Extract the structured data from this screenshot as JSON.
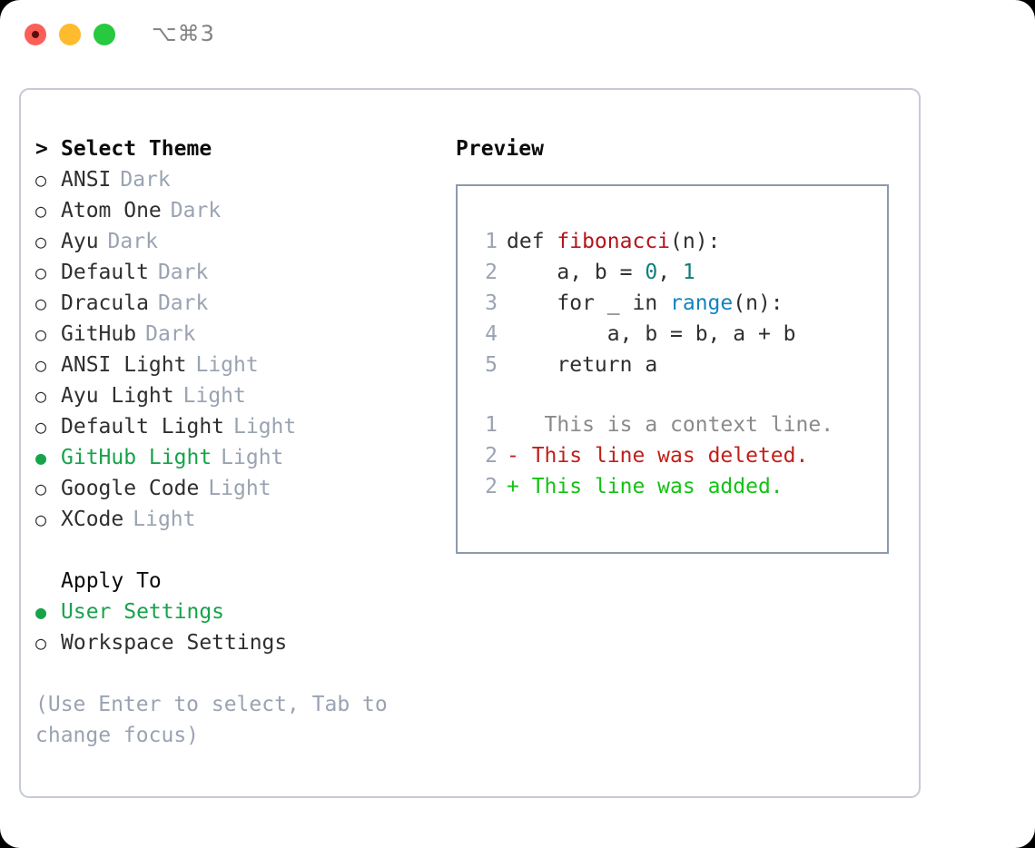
{
  "titlebar": {
    "shortcut": "⌥⌘3",
    "buttons": [
      {
        "name": "close",
        "color": "#fb5f57"
      },
      {
        "name": "minimize",
        "color": "#febb2e"
      },
      {
        "name": "maximize",
        "color": "#27c93f"
      }
    ]
  },
  "theme_selector": {
    "caret": ">",
    "header": "Select Theme",
    "bullet_unselected": "○",
    "bullet_selected": "●",
    "items": [
      {
        "label": "ANSI",
        "variant": "Dark",
        "selected": false
      },
      {
        "label": "Atom One",
        "variant": "Dark",
        "selected": false
      },
      {
        "label": "Ayu",
        "variant": "Dark",
        "selected": false
      },
      {
        "label": "Default",
        "variant": "Dark",
        "selected": false
      },
      {
        "label": "Dracula",
        "variant": "Dark",
        "selected": false
      },
      {
        "label": "GitHub",
        "variant": "Dark",
        "selected": false
      },
      {
        "label": "ANSI Light",
        "variant": "Light",
        "selected": false
      },
      {
        "label": "Ayu Light",
        "variant": "Light",
        "selected": false
      },
      {
        "label": "Default Light",
        "variant": "Light",
        "selected": false
      },
      {
        "label": "GitHub Light",
        "variant": "Light",
        "selected": true
      },
      {
        "label": "Google Code",
        "variant": "Light",
        "selected": false
      },
      {
        "label": "XCode",
        "variant": "Light",
        "selected": false
      }
    ]
  },
  "apply_to": {
    "header": "Apply To",
    "items": [
      {
        "label": "User Settings",
        "selected": true
      },
      {
        "label": "Workspace Settings",
        "selected": false
      }
    ]
  },
  "hint": "(Use Enter to select, Tab to change focus)",
  "preview": {
    "title": "Preview",
    "code_lines": [
      {
        "ln": "1",
        "parts": [
          {
            "t": "def ",
            "c": "code-txt"
          },
          {
            "t": "fibonacci",
            "c": "tok-fn"
          },
          {
            "t": "(n):",
            "c": "code-txt"
          }
        ]
      },
      {
        "ln": "2",
        "parts": [
          {
            "t": "    a, b = ",
            "c": "code-txt"
          },
          {
            "t": "0",
            "c": "tok-num"
          },
          {
            "t": ", ",
            "c": "code-txt"
          },
          {
            "t": "1",
            "c": "tok-num"
          }
        ]
      },
      {
        "ln": "3",
        "parts": [
          {
            "t": "    for _ in ",
            "c": "code-txt"
          },
          {
            "t": "range",
            "c": "tok-call"
          },
          {
            "t": "(n):",
            "c": "code-txt"
          }
        ]
      },
      {
        "ln": "4",
        "parts": [
          {
            "t": "        a, b = b, a + b",
            "c": "code-txt"
          }
        ]
      },
      {
        "ln": "5",
        "parts": [
          {
            "t": "    return a",
            "c": "code-txt"
          }
        ]
      }
    ],
    "diff_lines": [
      {
        "ln": "1",
        "marker": " ",
        "text": "  This is a context line.",
        "kind": "diff-ctx"
      },
      {
        "ln": "2",
        "marker": "-",
        "text": " This line was deleted.",
        "kind": "diff-del"
      },
      {
        "ln": "2",
        "marker": "+",
        "text": " This line was added.",
        "kind": "diff-add"
      }
    ]
  },
  "colors": {
    "accent_green": "#17a34a",
    "muted": "#9aa3b2",
    "panel_border": "#c5cad5",
    "preview_border": "#8d9aab",
    "diff_add": "#14c214",
    "diff_del": "#c0201a",
    "token_function": "#b3141b",
    "token_number": "#0d7e7e",
    "token_call": "#1184bf"
  }
}
